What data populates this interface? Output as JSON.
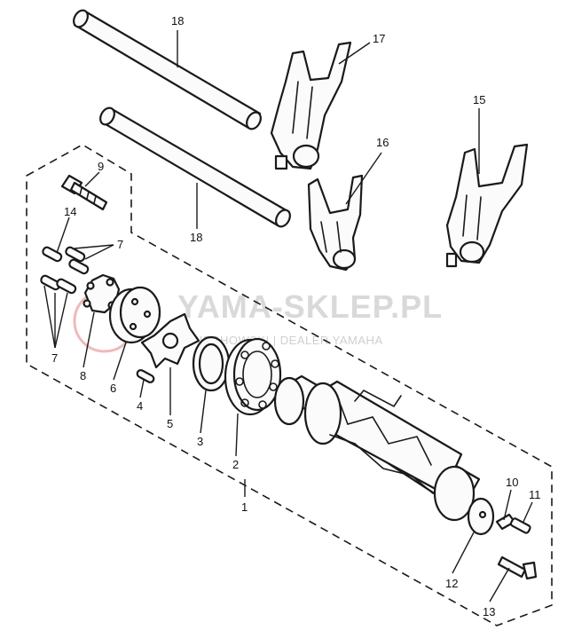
{
  "watermark": {
    "title": "YAMA-SKLEP.PL",
    "subtitle": "OPIECHOWSKI | DEALER YAMAHA",
    "color": "#d0d0d0",
    "logo_color": "#e58a8a"
  },
  "callouts": {
    "c1": "1",
    "c2": "2",
    "c3": "3",
    "c4": "4",
    "c5": "5",
    "c6": "6",
    "c7a": "7",
    "c7b": "7",
    "c8": "8",
    "c9": "9",
    "c10": "10",
    "c11": "11",
    "c12": "12",
    "c13": "13",
    "c14": "14",
    "c15": "15",
    "c16": "16",
    "c17": "17",
    "c18a": "18",
    "c18b": "18"
  }
}
